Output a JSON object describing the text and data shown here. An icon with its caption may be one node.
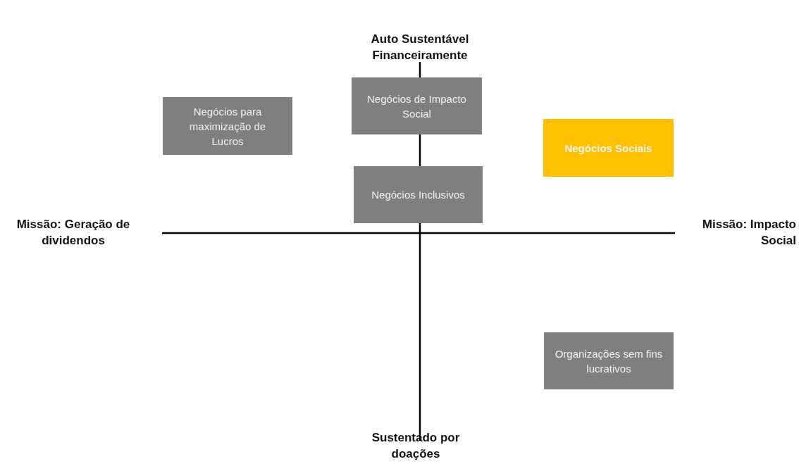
{
  "diagram": {
    "nodes": [
      {
        "text": [
          "Negócios de Impacto Social"
        ]
      },
      {
        "text": [
          "Negócios para maximização de Lucros"
        ]
      },
      {
        "text": [
          "Negócios Sociais"
        ]
      },
      {
        "text": [
          "Negócios Inclusivos"
        ]
      },
      {
        "text": [
          "Organizações sem fins lucrativos"
        ]
      }
    ],
    "labels": [
      "Auto Sustentável Financeiramente",
      "Missão: Geração de dividendos",
      "Missão: Impacto Social",
      "Sustentado por doações"
    ]
  }
}
